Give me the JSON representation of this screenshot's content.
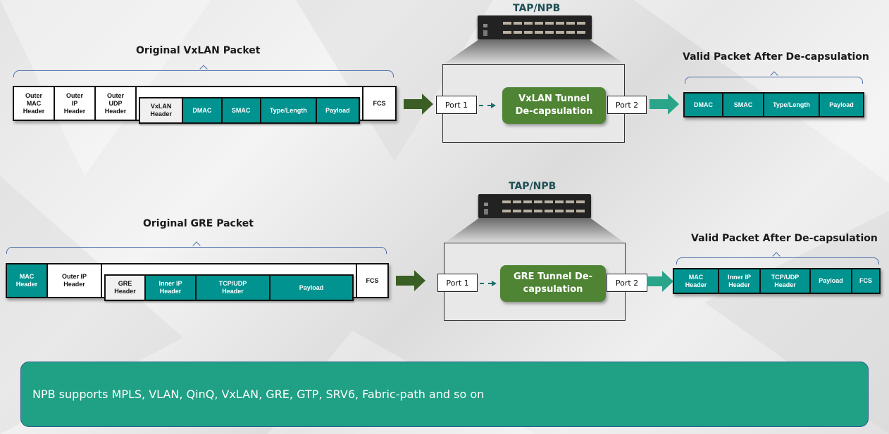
{
  "colors": {
    "teal_cell": "#009390",
    "arrow_dark_green": "#3b5e24",
    "arrow_teal": "#2aa58a",
    "tunnel_green": "#4f8434",
    "banner": "#20a084",
    "tap_title": "#1f4f55"
  },
  "vxlan": {
    "original_title": "Original VxLAN Packet",
    "outer_cells": [
      "Outer\nMAC\nHeader",
      "Outer\nIP\nHeader",
      "Outer\nUDP\nHeader"
    ],
    "inner_cells": [
      {
        "label": "VxLAN\nHeader",
        "style": "light"
      },
      {
        "label": "DMAC",
        "style": "teal"
      },
      {
        "label": "SMAC",
        "style": "teal"
      },
      {
        "label": "Type/Length",
        "style": "teal"
      },
      {
        "label": "Payload",
        "style": "teal"
      }
    ],
    "fcs": "FCS",
    "tap_title": "TAP/NPB",
    "device_icon": "network-packet-broker-device",
    "port_in": "Port 1",
    "port_out": "Port 2",
    "tunnel_label": "VxLAN Tunnel\nDe-capsulation",
    "result_title": "Valid Packet After De-capsulation",
    "result_cells": [
      "DMAC",
      "SMAC",
      "Type/Length",
      "Payload"
    ]
  },
  "gre": {
    "original_title": "Original GRE Packet",
    "outer_cells": [
      {
        "label": "MAC\nHeader",
        "style": "teal"
      },
      {
        "label": "Outer  IP\nHeader",
        "style": "white"
      }
    ],
    "inner_cells": [
      {
        "label": "GRE\nHeader",
        "style": "light"
      },
      {
        "label": "Inner IP\nHeader",
        "style": "teal"
      },
      {
        "label": "TCP/UDP\nHeader",
        "style": "teal"
      },
      {
        "label": "Payload",
        "style": "teal"
      }
    ],
    "fcs": "FCS",
    "tap_title": "TAP/NPB",
    "device_icon": "network-packet-broker-device",
    "port_in": "Port 1",
    "port_out": "Port 2",
    "tunnel_label": "GRE Tunnel De-\ncapsulation",
    "result_title": "Valid Packet After De-capsulation",
    "result_cells": [
      "MAC\nHeader",
      "Inner IP\nHeader",
      "TCP/UDP\nHeader",
      "Payload",
      "FCS"
    ]
  },
  "banner": {
    "text": "NPB supports MPLS, VLAN, QinQ, VxLAN, GRE, GTP, SRV6, Fabric-path and so on"
  }
}
